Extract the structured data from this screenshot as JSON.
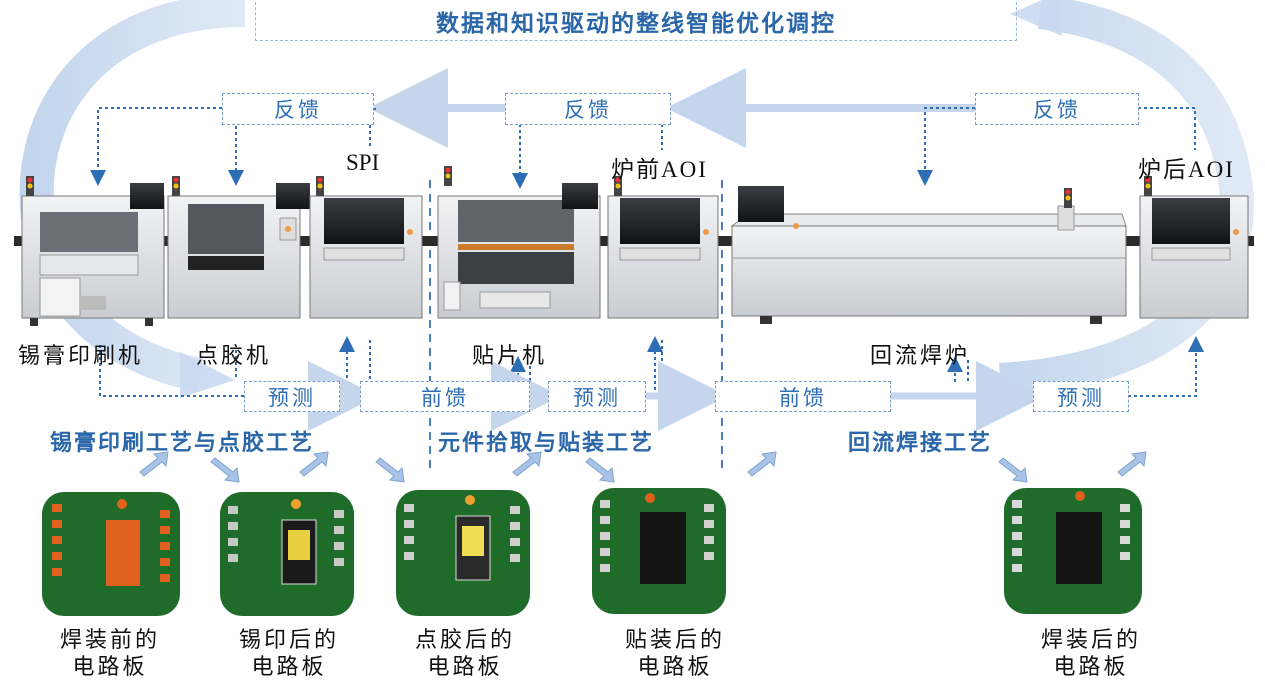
{
  "title": "数据和知识驱动的整线智能优化调控",
  "feedback_label": "反馈",
  "predict_label": "预测",
  "feedforward_label": "前馈",
  "machines": {
    "solder_printer": "锡膏印刷机",
    "dispenser": "点胶机",
    "spi": "SPI",
    "placer": "贴片机",
    "pre_aoi": "炉前AOI",
    "reflow": "回流焊炉",
    "post_aoi": "炉后AOI"
  },
  "processes": {
    "print_glue": "锡膏印刷工艺与点胶工艺",
    "pick_place": "元件拾取与贴装工艺",
    "reflow": "回流焊接工艺"
  },
  "boards": [
    {
      "line1": "焊装前的",
      "line2": "电路板"
    },
    {
      "line1": "锡印后的",
      "line2": "电路板"
    },
    {
      "line1": "点胶后的",
      "line2": "电路板"
    },
    {
      "line1": "贴装后的",
      "line2": "电路板"
    },
    {
      "line1": "焊装后的",
      "line2": "电路板"
    }
  ],
  "colors": {
    "accent": "#2a66a8",
    "arrow_light": "#c9d9ef",
    "pcb_green": "#1f6b2a",
    "pad_orange": "#e0601e"
  }
}
